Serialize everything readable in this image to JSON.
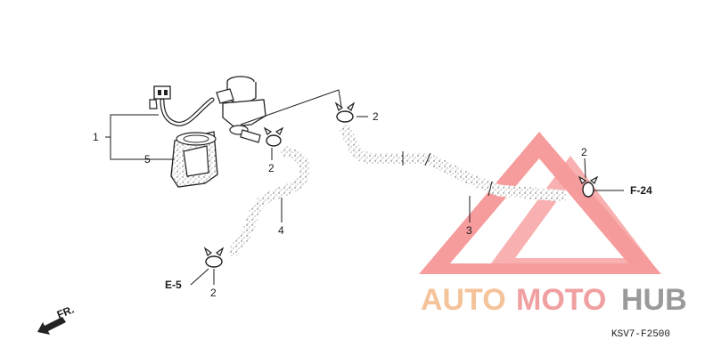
{
  "callouts": {
    "c1": "1",
    "c5": "5",
    "c2_top": "2",
    "c2_mid": "2",
    "c2_right": "2",
    "c2_bottom": "2",
    "c4": "4",
    "c3": "3"
  },
  "refs": {
    "e5": "E-5",
    "f24": "F-24",
    "fr": "FR."
  },
  "diagram_code": "KSV7-F2500",
  "watermark": {
    "auto": "AUTO",
    "moto": "MOTO",
    "hub": "HUB",
    "color_auto": "#f5c39a",
    "color_moto": "#f0a0a0",
    "color_hub": "#9a9a9a",
    "color_triangle": "#f47b7b"
  }
}
